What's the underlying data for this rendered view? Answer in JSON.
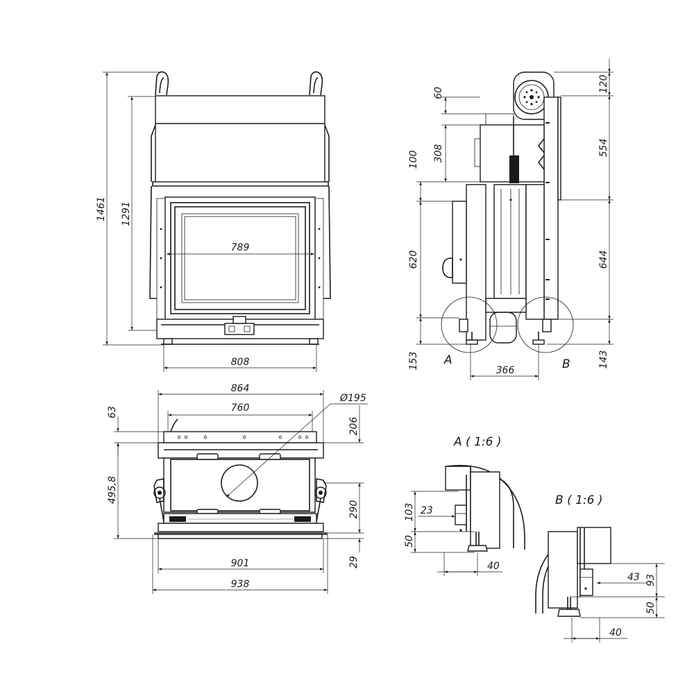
{
  "front_view": {
    "height_total": "1461",
    "height_body": "1291",
    "glass_width": "789",
    "base_width": "808"
  },
  "side_view": {
    "top_offset": "60",
    "top_block": "308",
    "left_gap": "100",
    "left_mid": "620",
    "left_bottom": "153",
    "right_top": "120",
    "right_mid": "554",
    "right_low": "644",
    "right_bottom": "143",
    "feet_spacing": "366",
    "detail_a_marker": "A",
    "detail_b_marker": "B"
  },
  "top_view": {
    "outer_width": "864",
    "inner_width": "760",
    "flue_diameter": "Ø195",
    "left_top": "63",
    "left_depth": "495,8",
    "right_top": "206",
    "right_mid": "290",
    "right_bottom": "29",
    "width_901": "901",
    "width_938": "938"
  },
  "detail_a": {
    "title": "A ( 1:6 )",
    "dim_103": "103",
    "dim_23": "23",
    "dim_50": "50",
    "dim_40": "40"
  },
  "detail_b": {
    "title": "B ( 1:6 )",
    "dim_43": "43",
    "dim_93": "93",
    "dim_50": "50",
    "dim_40": "40"
  }
}
